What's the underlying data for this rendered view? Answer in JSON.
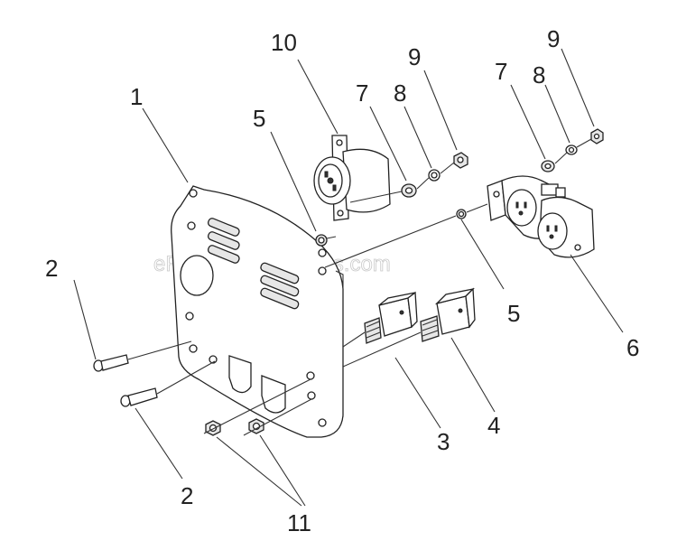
{
  "watermark": "eReplacementParts.com",
  "callouts": [
    {
      "id": "label-1",
      "text": "1"
    },
    {
      "id": "label-2-top",
      "text": "2"
    },
    {
      "id": "label-2-bottom",
      "text": "2"
    },
    {
      "id": "label-3",
      "text": "3"
    },
    {
      "id": "label-4",
      "text": "4"
    },
    {
      "id": "label-5-left",
      "text": "5"
    },
    {
      "id": "label-5-right",
      "text": "5"
    },
    {
      "id": "label-6",
      "text": "6"
    },
    {
      "id": "label-7-left",
      "text": "7"
    },
    {
      "id": "label-7-right",
      "text": "7"
    },
    {
      "id": "label-8-left",
      "text": "8"
    },
    {
      "id": "label-8-right",
      "text": "8"
    },
    {
      "id": "label-9-left",
      "text": "9"
    },
    {
      "id": "label-9-right",
      "text": "9"
    },
    {
      "id": "label-10",
      "text": "10"
    },
    {
      "id": "label-11",
      "text": "11"
    }
  ]
}
